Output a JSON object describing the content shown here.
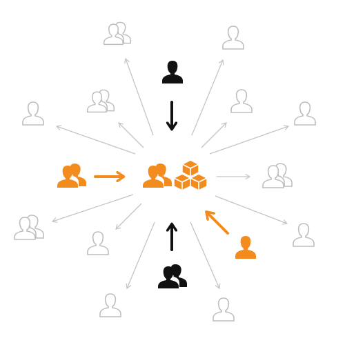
{
  "colors": {
    "outline_gray": "#bdbdbd",
    "arrow_gray": "#c4c4c4",
    "accent_orange": "#f28c1f",
    "ink_black": "#111111"
  },
  "nodes": {
    "hub": {
      "icons": [
        "group-icon",
        "boxes-icon"
      ],
      "color": "orange"
    },
    "sources": [
      {
        "icon": "user-icon",
        "color": "black",
        "direction": "down-into-hub"
      },
      {
        "icon": "group-icon",
        "color": "black",
        "direction": "up-into-hub"
      },
      {
        "icon": "group-icon",
        "color": "orange",
        "direction": "right-into-hub"
      },
      {
        "icon": "user-icon",
        "color": "orange",
        "direction": "diagonal-into-hub"
      }
    ],
    "recipients_count": 16
  }
}
